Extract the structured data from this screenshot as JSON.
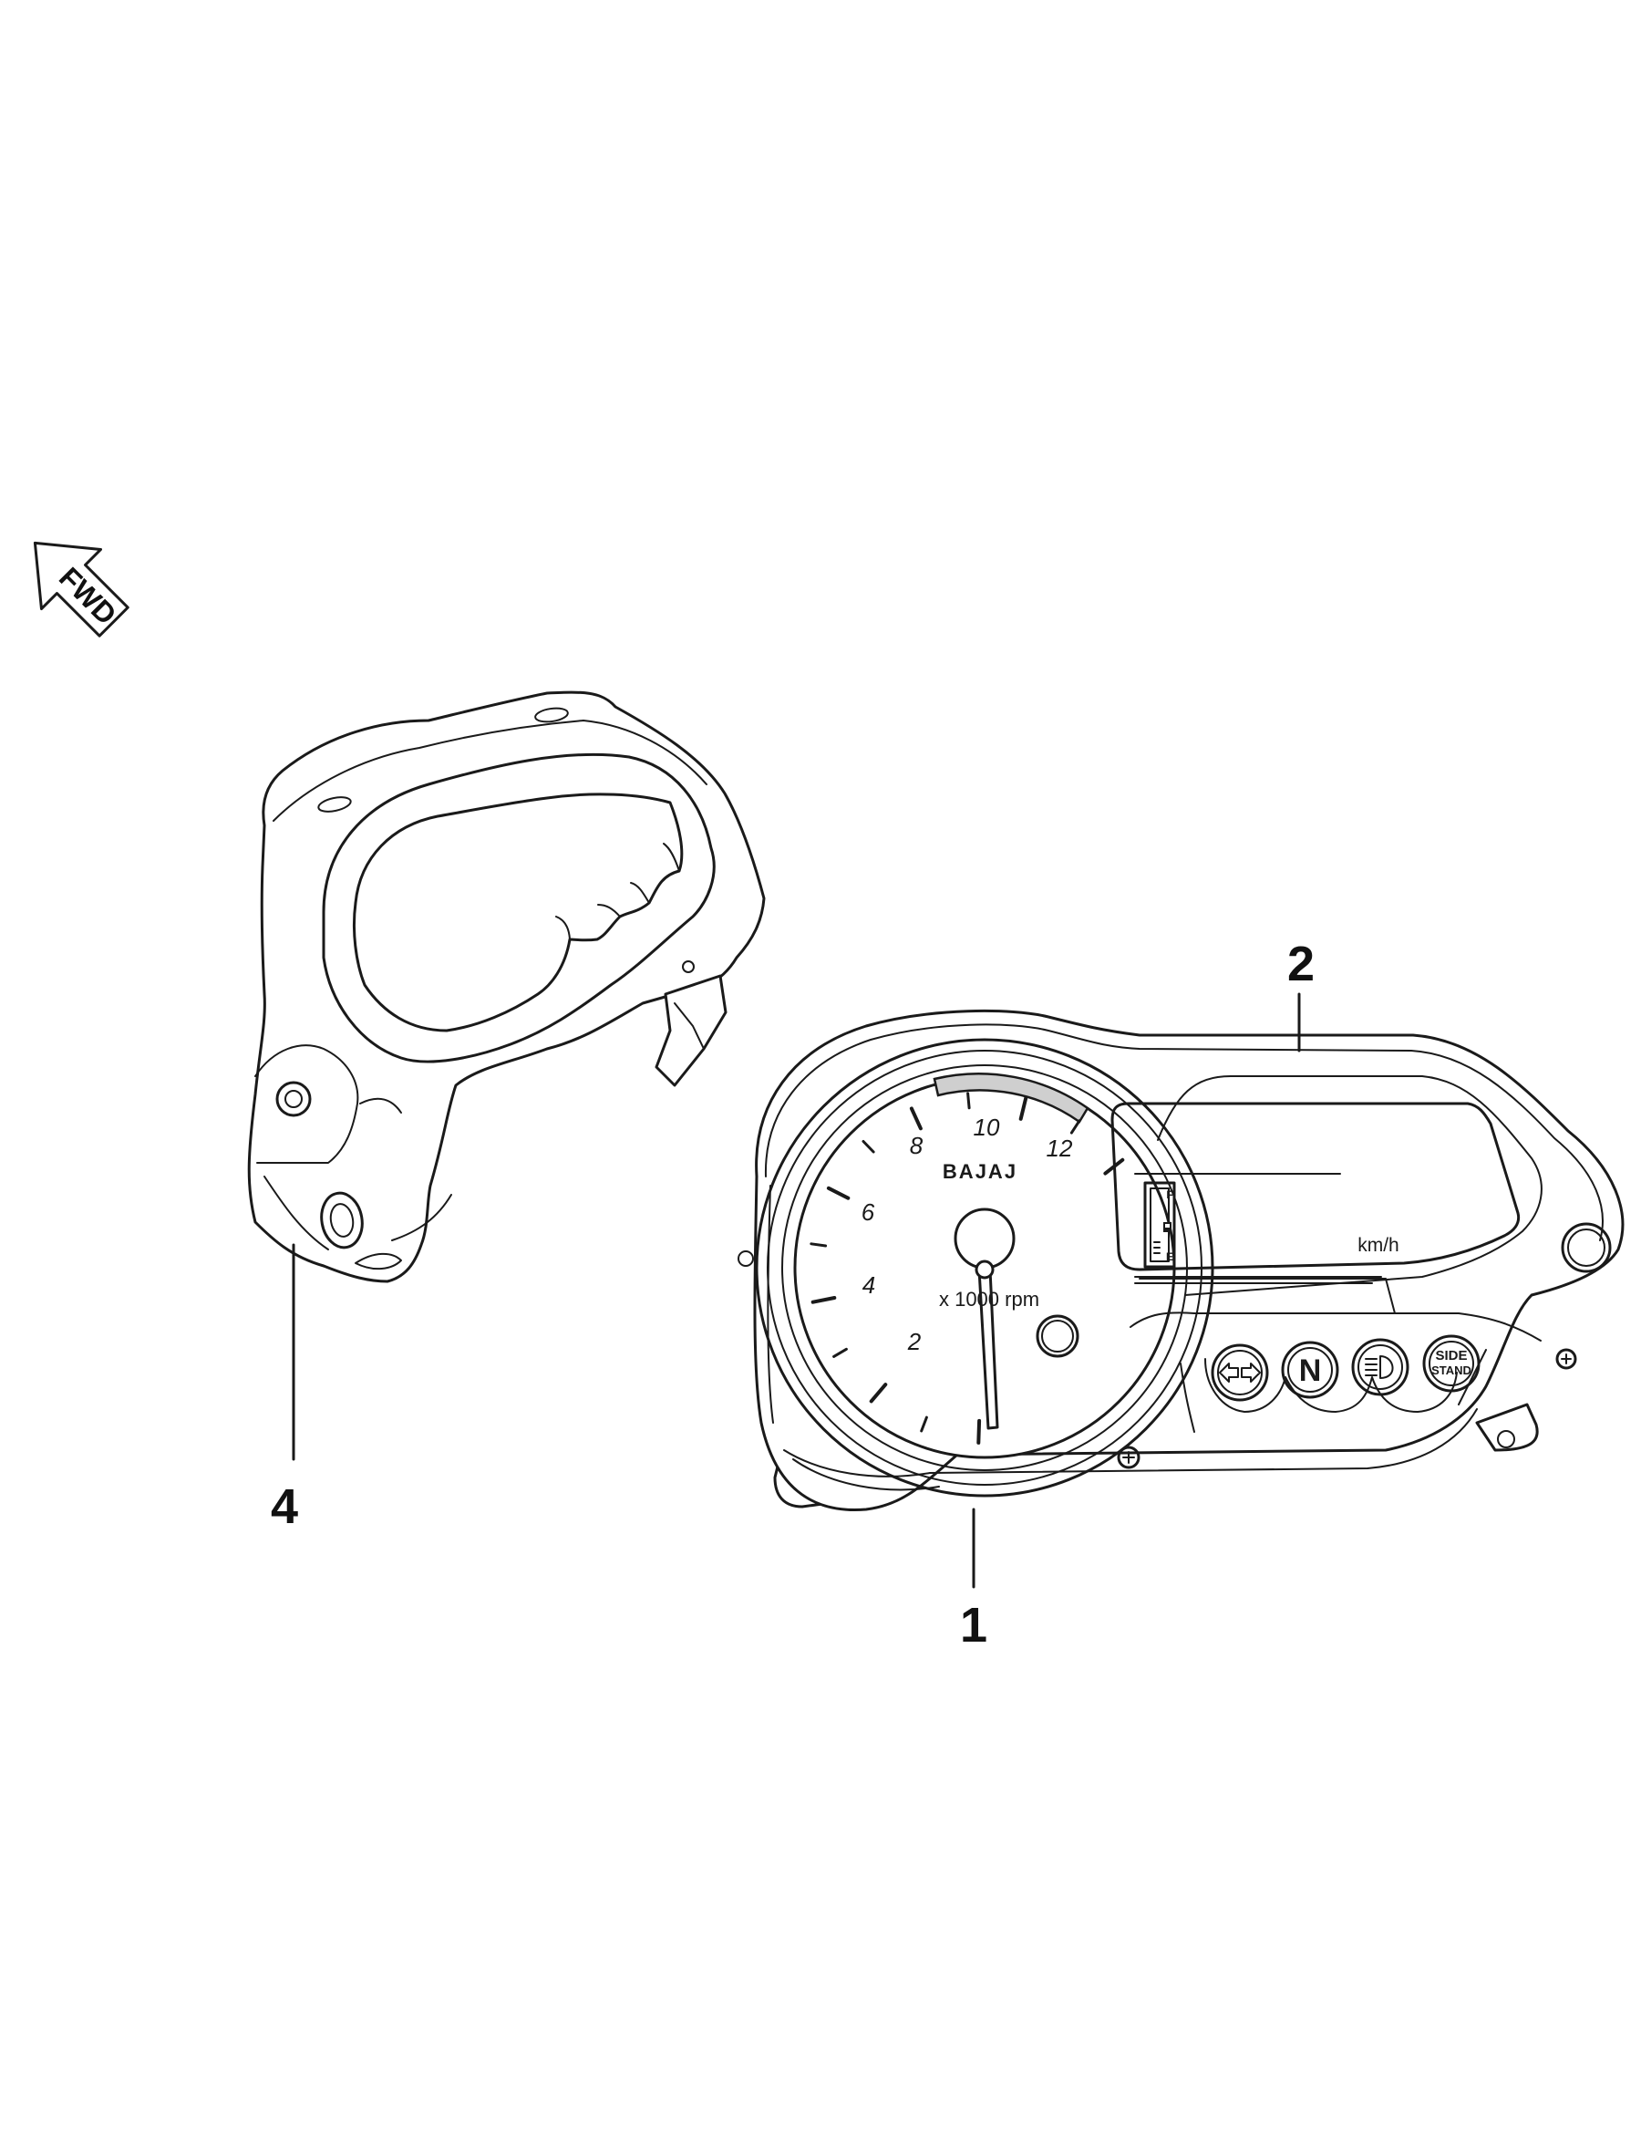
{
  "fwd_label": "FWD",
  "callouts": {
    "part1": "1",
    "part2": "2",
    "part4": "4"
  },
  "cluster": {
    "brand": "BAJAJ",
    "tacho_numbers": [
      "2",
      "4",
      "6",
      "8",
      "10",
      "12"
    ],
    "rpm_unit": "x 1000 rpm",
    "speed_unit": "km/h",
    "fuel_full": "F",
    "fuel_empty": "E",
    "indicator_neutral": "N",
    "indicator_side_stand_line1": "SIDE",
    "indicator_side_stand_line2": "STAND"
  },
  "icons": [
    "fwd-arrow-icon",
    "turn-signal-icon",
    "high-beam-icon",
    "fuel-pump-icon"
  ]
}
